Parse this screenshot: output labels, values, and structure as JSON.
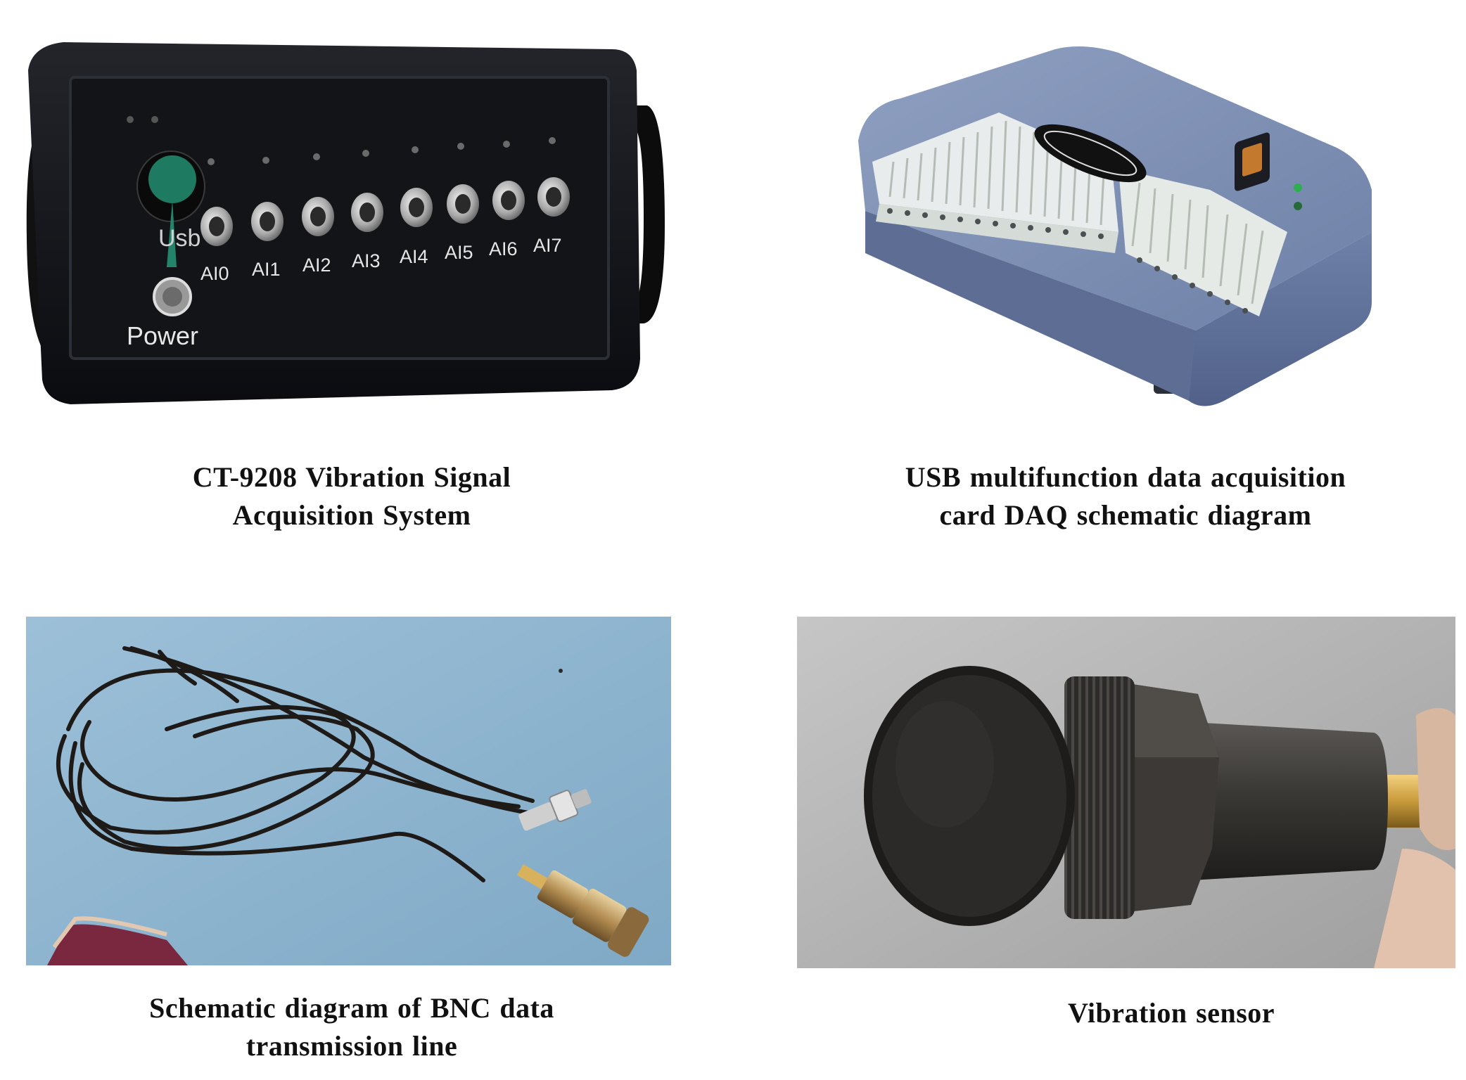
{
  "figure": {
    "panels": [
      {
        "caption_lines": [
          "CT-9208 Vibration Signal",
          "Acquisition System"
        ],
        "device_labels": {
          "usb": "Usb",
          "power": "Power",
          "channels": [
            "AI0",
            "AI1",
            "AI2",
            "AI3",
            "AI4",
            "AI5",
            "AI6",
            "AI7"
          ]
        }
      },
      {
        "caption_lines": [
          "USB multifunction data acquisition",
          "card DAQ schematic diagram"
        ]
      },
      {
        "caption_lines": [
          "Schematic diagram of BNC data",
          "transmission line"
        ]
      },
      {
        "caption_lines": [
          "Vibration sensor"
        ]
      }
    ]
  }
}
